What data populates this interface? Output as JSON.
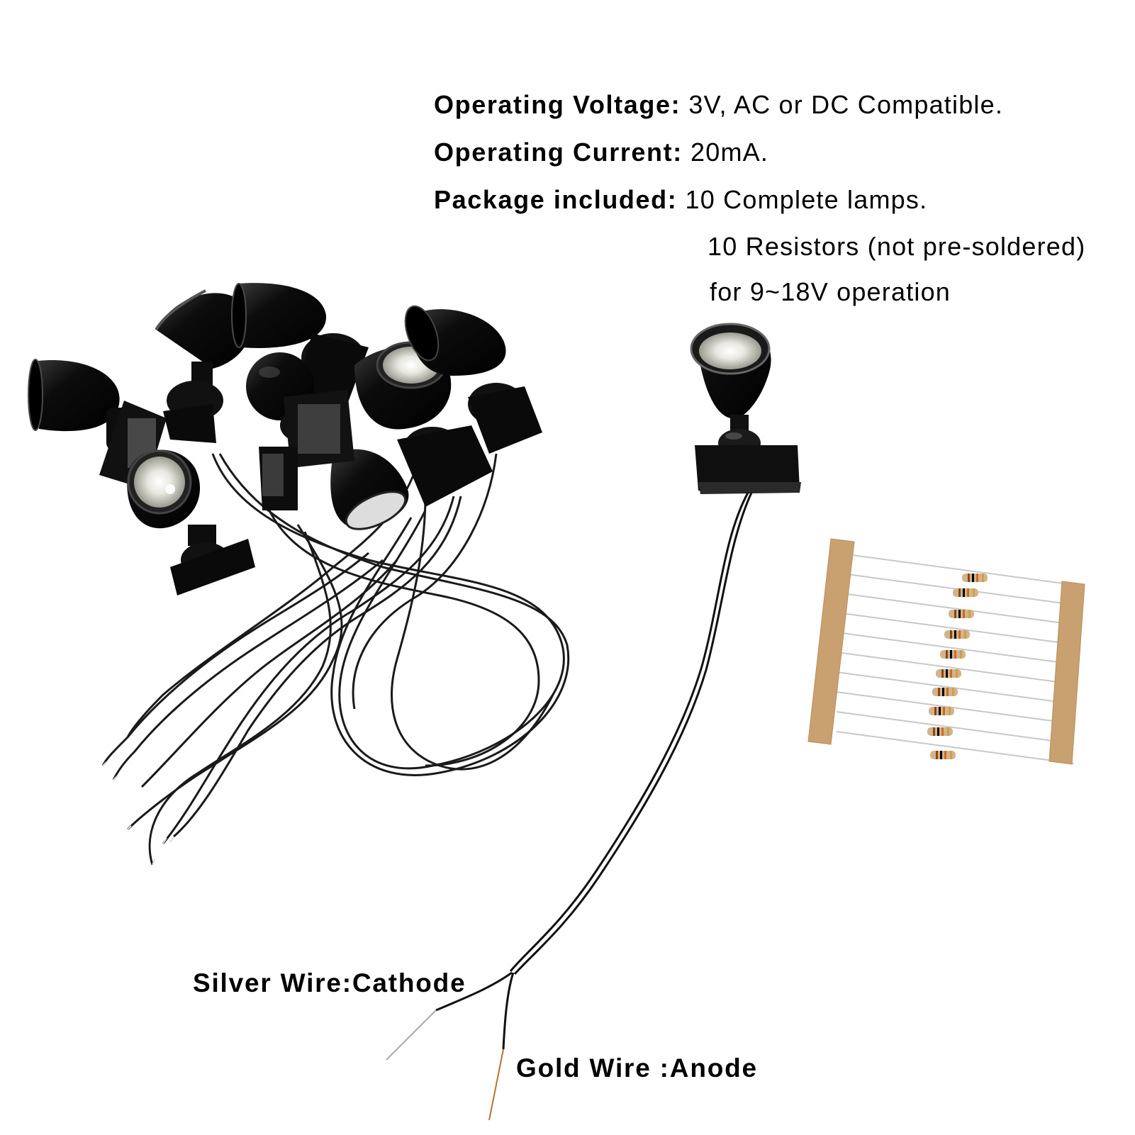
{
  "specs": {
    "voltage": {
      "label": "Operating Voltage:",
      "value": "3V, AC or DC Compatible."
    },
    "current": {
      "label": "Operating Current:",
      "value": "20mA."
    },
    "package": {
      "label": "Package included:",
      "line1": "10 Complete lamps.",
      "line2": "10 Resistors (not pre-soldered)",
      "line3": "for 9~18V operation"
    }
  },
  "wire_labels": {
    "silver": "Silver Wire:Cathode",
    "gold": "Gold Wire :Anode"
  },
  "icons": {
    "lamp_group": "spotlight-lamp-bundle-illustration",
    "single_lamp": "spotlight-lamp-illustration",
    "resistors": "resistor-strip-illustration"
  },
  "colors": {
    "lamp_body": "#111111",
    "wire": "#1a1a1a",
    "tape": "#c9a070",
    "gold_wire": "#b87333",
    "silver_wire": "#aaaaaa"
  }
}
